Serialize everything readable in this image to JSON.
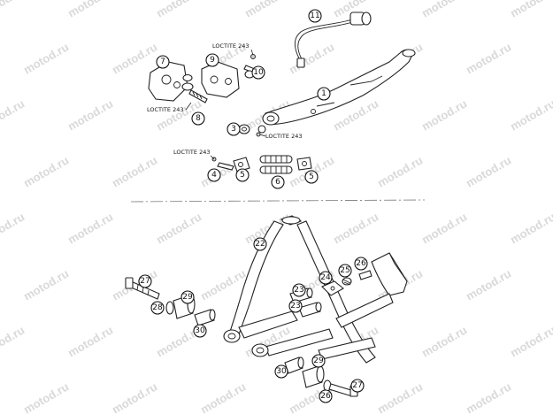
{
  "watermark": "motod.ru",
  "loctite_labels": [
    "LOCTITE 243",
    "LOCTITE 243",
    "LOCTITE 243",
    "LOCTITE 243"
  ],
  "callouts": [
    "1",
    "3",
    "4",
    "5",
    "5",
    "6",
    "7",
    "8",
    "9",
    "10",
    "11",
    "22",
    "23",
    "23",
    "24",
    "25",
    "26",
    "26",
    "27",
    "27",
    "28",
    "29",
    "29",
    "30",
    "30"
  ]
}
